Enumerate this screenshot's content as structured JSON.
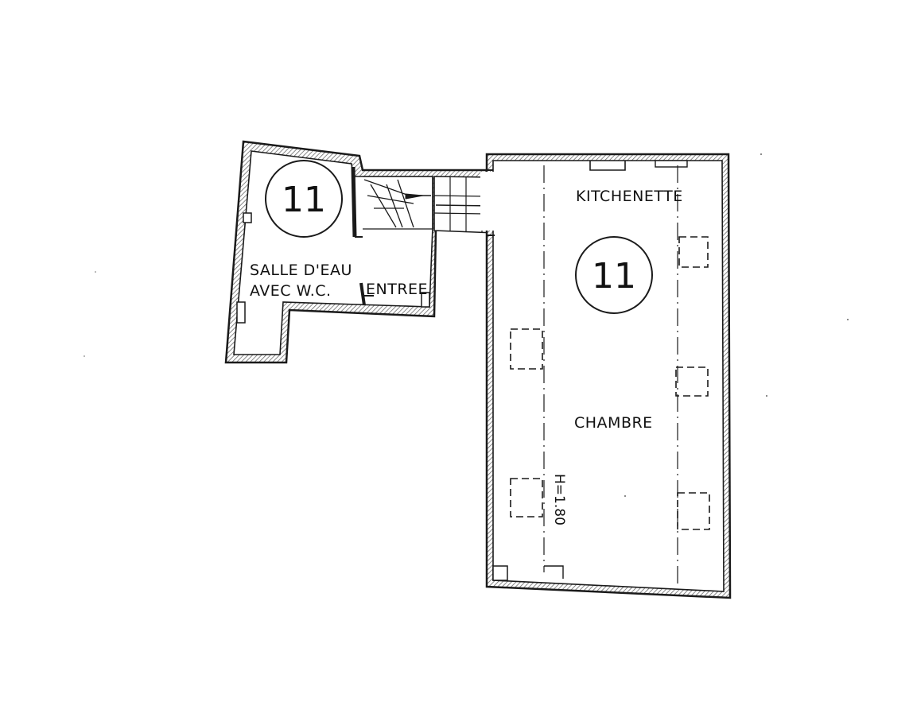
{
  "left_unit": {
    "badge": "11",
    "room_label_line1": "SALLE D'EAU",
    "room_label_line2": "AVEC W.C.",
    "entry_label": "ENTREE"
  },
  "right_unit": {
    "badge": "11",
    "kitchen_label": "KITCHENETTE",
    "bedroom_label": "CHAMBRE",
    "height_label": "H=1.80"
  },
  "colors": {
    "ink": "#1a1a1a",
    "paper": "#ffffff",
    "wall_hatch": "#6a6a6a"
  }
}
